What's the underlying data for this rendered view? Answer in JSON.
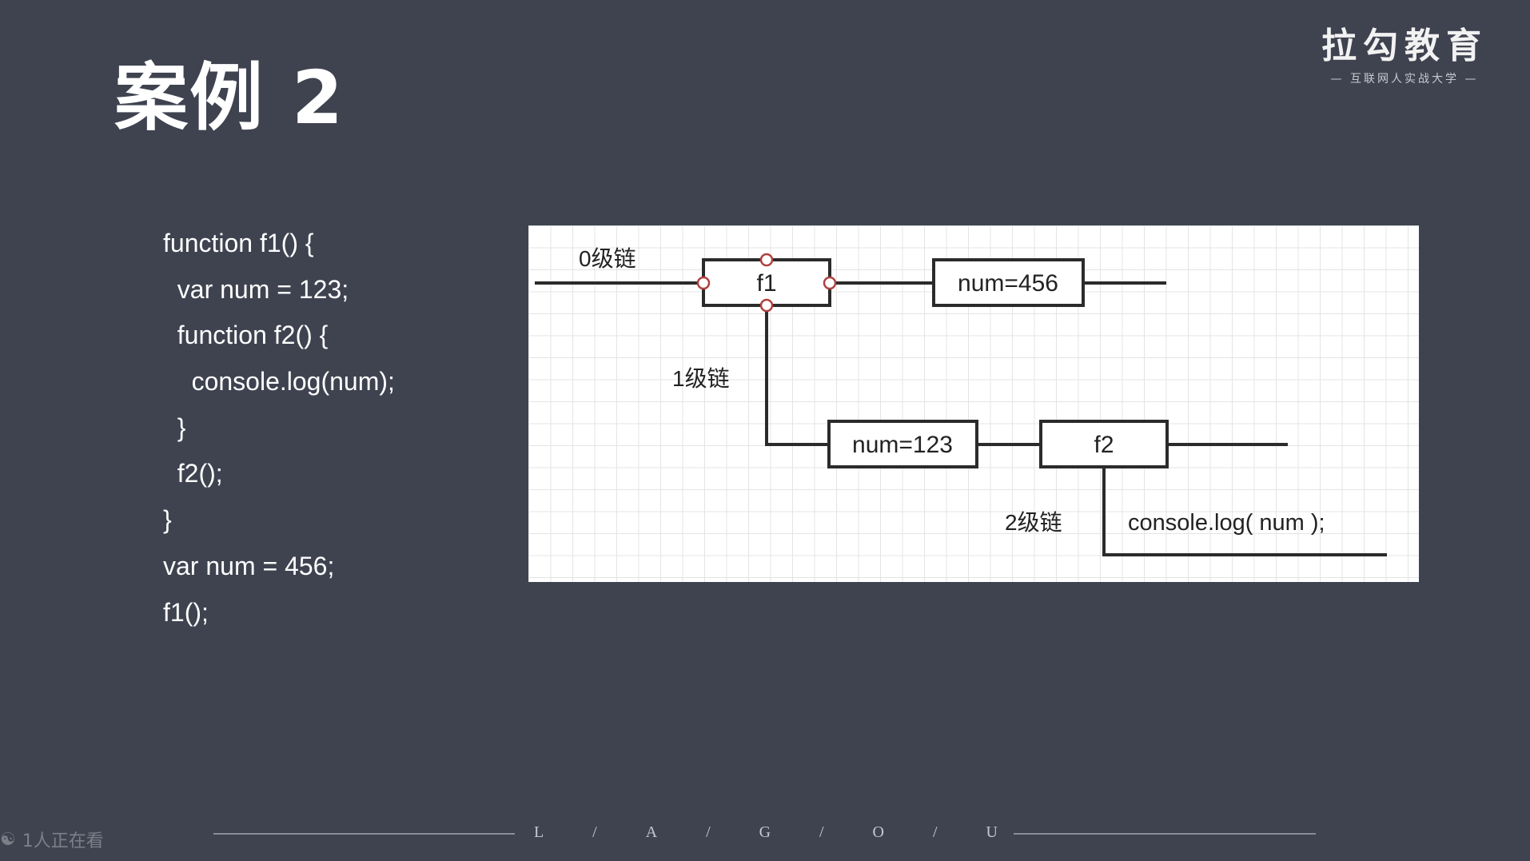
{
  "slide": {
    "title": "案例 2"
  },
  "brand": {
    "name": "拉勾教育",
    "tagline": "— 互联网人实战大学 —"
  },
  "code_lines": [
    "function f1() {",
    "  var num = 123;",
    "  function f2() {",
    "    console.log(num);",
    "  }",
    "  f2();",
    "}",
    "var num = 456;",
    "f1();"
  ],
  "diagram": {
    "chain0_label": "0级链",
    "chain1_label": "1级链",
    "chain2_label": "2级链",
    "f1_label": "f1",
    "num456_label": "num=456",
    "num123_label": "num=123",
    "f2_label": "f2",
    "console_label": "console.log( num );",
    "line_color": "#2b2b2b",
    "node_ring_color": "#b04040"
  },
  "footer": {
    "viewers": "1人正在看",
    "viewers_icon": "viewers-icon",
    "brand_letters": [
      "L",
      "/",
      "A",
      "/",
      "G",
      "/",
      "O",
      "/",
      "U"
    ]
  }
}
